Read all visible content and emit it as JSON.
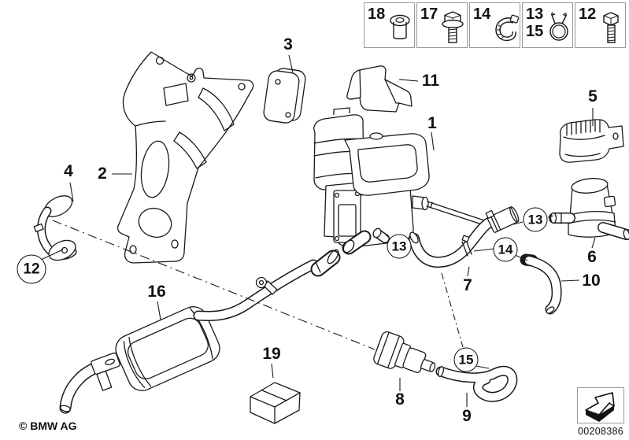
{
  "colors": {
    "ink": "#1a1a1a",
    "background": "#ffffff",
    "legend_border": "#9a9a9a"
  },
  "legend": {
    "items": [
      {
        "number": "18",
        "icon": "rivet-nut-icon"
      },
      {
        "number": "17",
        "icon": "flange-bolt-icon"
      },
      {
        "number": "14",
        "icon": "hose-clamp-icon"
      },
      {
        "number": "13",
        "number2": "15",
        "icon": "spring-clamp-icon"
      },
      {
        "number": "12",
        "icon": "hex-bolt-icon"
      }
    ]
  },
  "callouts": {
    "p1": "1",
    "p2": "2",
    "p3": "3",
    "p4": "4",
    "p5": "5",
    "p6": "6",
    "p7": "7",
    "p8": "8",
    "p9": "9",
    "p10": "10",
    "p11": "11",
    "p16": "16",
    "p19": "19",
    "c12": "12",
    "c13a": "13",
    "c13b": "13",
    "c14": "14",
    "c15": "15"
  },
  "footer": {
    "copyright": "© BMW AG",
    "document_number": "00208386"
  }
}
